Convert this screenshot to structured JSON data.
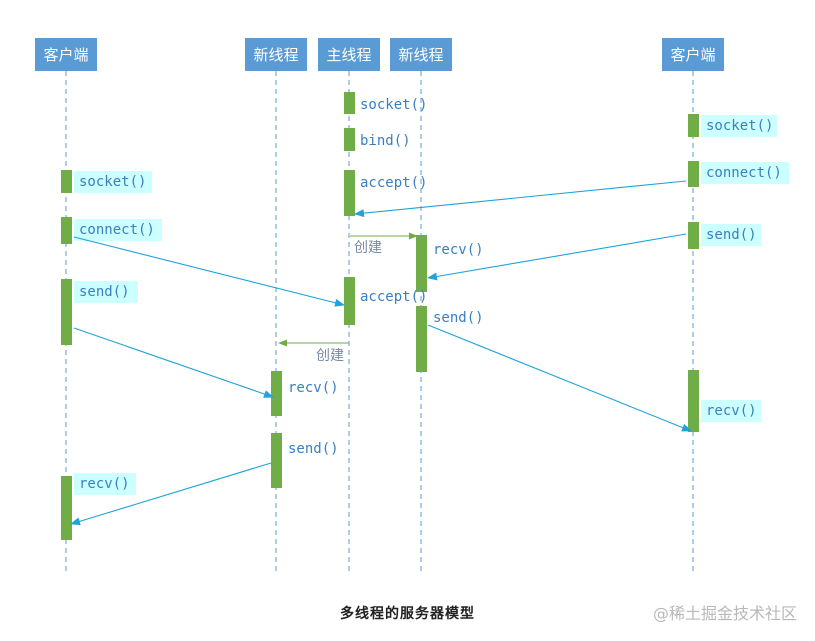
{
  "caption": "多线程的服务器模型",
  "watermark": "@稀土掘金技术社区",
  "colors": {
    "header_bg": "#5b9bd5",
    "activation": "#70ad47",
    "label_bg": "#ccffff",
    "label_text": "#3a7fbf",
    "message_arrow": "#1fa3d8",
    "create_arrow": "#70ad47",
    "lifeline": "#5b9bd5"
  },
  "participants": [
    {
      "id": "client1",
      "label": "客户端"
    },
    {
      "id": "thread2",
      "label": "新线程"
    },
    {
      "id": "main",
      "label": "主线程"
    },
    {
      "id": "thread1",
      "label": "新线程"
    },
    {
      "id": "client2",
      "label": "客户端"
    }
  ],
  "calls": [
    {
      "who": "main",
      "label": "socket()"
    },
    {
      "who": "main",
      "label": "bind()"
    },
    {
      "who": "main",
      "label": "accept()"
    },
    {
      "who": "main",
      "label": "accept()"
    },
    {
      "who": "client2",
      "label": "socket()"
    },
    {
      "who": "client2",
      "label": "connect()"
    },
    {
      "who": "client2",
      "label": "send()"
    },
    {
      "who": "client2",
      "label": "recv()"
    },
    {
      "who": "client1",
      "label": "socket()"
    },
    {
      "who": "client1",
      "label": "connect()"
    },
    {
      "who": "client1",
      "label": "send()"
    },
    {
      "who": "client1",
      "label": "recv()"
    },
    {
      "who": "thread1",
      "label": "recv()"
    },
    {
      "who": "thread1",
      "label": "send()"
    },
    {
      "who": "thread2",
      "label": "recv()"
    },
    {
      "who": "thread2",
      "label": "send()"
    }
  ],
  "messages": [
    {
      "from": "client2",
      "to": "main",
      "kind": "message"
    },
    {
      "from": "main",
      "to": "thread1",
      "kind": "create",
      "label": "创建"
    },
    {
      "from": "client2",
      "to": "thread1",
      "kind": "message"
    },
    {
      "from": "client1",
      "to": "main",
      "kind": "message"
    },
    {
      "from": "main",
      "to": "thread2",
      "kind": "create",
      "label": "创建"
    },
    {
      "from": "thread1",
      "to": "client2",
      "kind": "message"
    },
    {
      "from": "client1",
      "to": "thread2",
      "kind": "message"
    },
    {
      "from": "thread2",
      "to": "client1",
      "kind": "message"
    }
  ]
}
